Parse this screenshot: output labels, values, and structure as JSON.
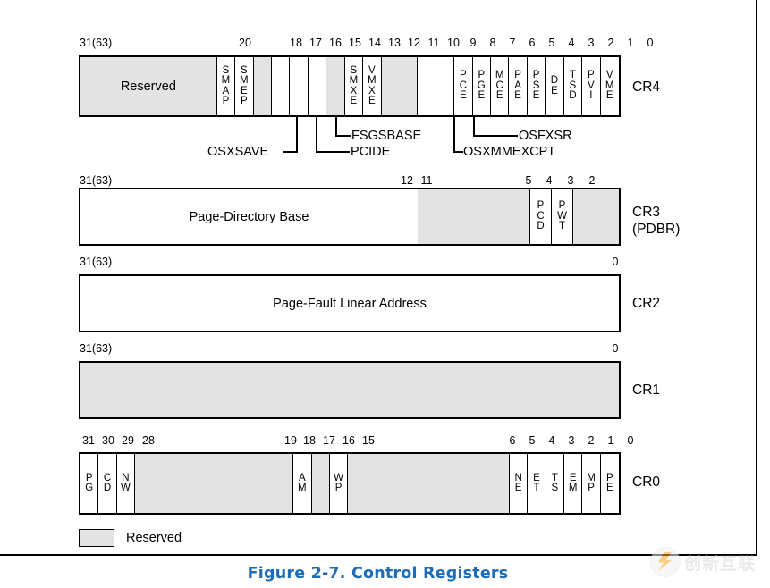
{
  "figure": {
    "caption": "Figure 2-7.  Control Registers",
    "caption_color": "#1f6eb5",
    "reserved_fill": "#e3e3e3"
  },
  "legend": {
    "label": "Reserved"
  },
  "watermark": {
    "text": "创新互联",
    "logo_color": "#f5a623"
  },
  "registers": [
    {
      "name": "CR4",
      "msb_label": "31(63)",
      "ticks": [
        "31(63)",
        "20",
        "18",
        "17",
        "16",
        "15",
        "14",
        "13",
        "12",
        "11",
        "10",
        "9",
        "8",
        "7",
        "6",
        "5",
        "4",
        "3",
        "2",
        "1",
        "0"
      ],
      "fields": [
        {
          "label": "Reserved",
          "orient": "h",
          "reserved": true
        },
        {
          "label": "S\nM\nA\nP",
          "orient": "v",
          "reserved": false
        },
        {
          "label": "S\nM\nE\nP",
          "orient": "v",
          "reserved": false
        },
        {
          "label": "",
          "orient": "v",
          "reserved": true
        },
        {
          "label": "",
          "orient": "v",
          "reserved": false
        },
        {
          "label": "",
          "orient": "v",
          "reserved": false
        },
        {
          "label": "",
          "orient": "v",
          "reserved": false
        },
        {
          "label": "",
          "orient": "v",
          "reserved": true
        },
        {
          "label": "S\nM\nX\nE",
          "orient": "v",
          "reserved": false
        },
        {
          "label": "V\nM\nX\nE",
          "orient": "v",
          "reserved": false
        },
        {
          "label": "",
          "orient": "v",
          "reserved": true
        },
        {
          "label": "",
          "orient": "v",
          "reserved": true
        },
        {
          "label": "",
          "orient": "v",
          "reserved": false
        },
        {
          "label": "",
          "orient": "v",
          "reserved": false
        },
        {
          "label": "P\nC\nE",
          "orient": "v",
          "reserved": false
        },
        {
          "label": "P\nG\nE",
          "orient": "v",
          "reserved": false
        },
        {
          "label": "M\nC\nE",
          "orient": "v",
          "reserved": false
        },
        {
          "label": "P\nA\nE",
          "orient": "v",
          "reserved": false
        },
        {
          "label": "P\nS\nE",
          "orient": "v",
          "reserved": false
        },
        {
          "label": "D\nE",
          "orient": "v",
          "reserved": false
        },
        {
          "label": "T\nS\nD",
          "orient": "v",
          "reserved": false
        },
        {
          "label": "P\nV\nI",
          "orient": "v",
          "reserved": false
        },
        {
          "label": "V\nM\nE",
          "orient": "v",
          "reserved": false
        }
      ],
      "callouts": [
        {
          "label": "OSXSAVE",
          "bit": 18
        },
        {
          "label": "PCIDE",
          "bit": 17
        },
        {
          "label": "FSGSBASE",
          "bit": 16
        },
        {
          "label": "OSXMMEXCPT",
          "bit": 10
        },
        {
          "label": "OSFXSR",
          "bit": 9
        }
      ]
    },
    {
      "name": "CR3\n(PDBR)",
      "ticks": [
        "31(63)",
        "12",
        "11",
        "5",
        "4",
        "3",
        "2"
      ],
      "fields": [
        {
          "label": "Page-Directory Base",
          "orient": "h",
          "reserved": false
        },
        {
          "label": "",
          "orient": "h",
          "reserved": true
        },
        {
          "label": "P\nC\nD",
          "orient": "v",
          "reserved": false
        },
        {
          "label": "P\nW\nT",
          "orient": "v",
          "reserved": false
        },
        {
          "label": "",
          "orient": "h",
          "reserved": true
        }
      ]
    },
    {
      "name": "CR2",
      "ticks": [
        "31(63)",
        "0"
      ],
      "fields": [
        {
          "label": "Page-Fault Linear Address",
          "orient": "h",
          "reserved": false
        }
      ]
    },
    {
      "name": "CR1",
      "ticks": [
        "31(63)",
        "0"
      ],
      "fields": [
        {
          "label": "",
          "orient": "h",
          "reserved": true
        }
      ]
    },
    {
      "name": "CR0",
      "ticks": [
        "31",
        "30",
        "29",
        "28",
        "19",
        "18",
        "17",
        "16",
        "15",
        "6",
        "5",
        "4",
        "3",
        "2",
        "1",
        "0"
      ],
      "fields": [
        {
          "label": "P\nG",
          "orient": "v",
          "reserved": false
        },
        {
          "label": "C\nD",
          "orient": "v",
          "reserved": false
        },
        {
          "label": "N\nW",
          "orient": "v",
          "reserved": false
        },
        {
          "label": "",
          "orient": "h",
          "reserved": true
        },
        {
          "label": "A\nM",
          "orient": "v",
          "reserved": false
        },
        {
          "label": "",
          "orient": "v",
          "reserved": true
        },
        {
          "label": "W\nP",
          "orient": "v",
          "reserved": false
        },
        {
          "label": "",
          "orient": "h",
          "reserved": true
        },
        {
          "label": "N\nE",
          "orient": "v",
          "reserved": false
        },
        {
          "label": "E\nT",
          "orient": "v",
          "reserved": false
        },
        {
          "label": "T\nS",
          "orient": "v",
          "reserved": false
        },
        {
          "label": "E\nM",
          "orient": "v",
          "reserved": false
        },
        {
          "label": "M\nP",
          "orient": "v",
          "reserved": false
        },
        {
          "label": "P\nE",
          "orient": "v",
          "reserved": false
        }
      ]
    }
  ]
}
